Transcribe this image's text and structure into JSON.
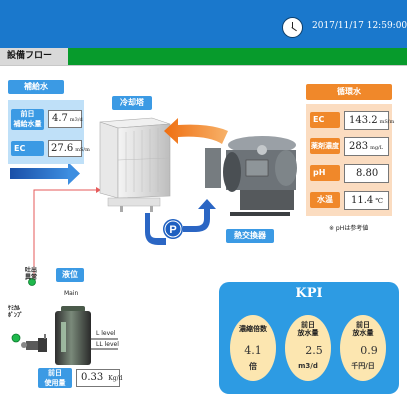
{
  "header": {
    "datetime": "2017/11/17 12:59:00",
    "section_title": "設備フロー"
  },
  "supply": {
    "title": "補給水",
    "prev_day_label": "前日\n補給水量",
    "prev_day_value": "4.7",
    "prev_day_unit": "m3/d",
    "ec_label": "EC",
    "ec_value": "27.6",
    "ec_unit": "mS/m"
  },
  "equipment": {
    "cooling_tower": "冷却塔",
    "heat_exchanger": "熱交換器",
    "pump_letter": "P"
  },
  "cooling_water": {
    "title": "循環水",
    "rows": [
      {
        "label": "EC",
        "value": "143.2",
        "unit": "mS/m"
      },
      {
        "label": "薬剤濃度",
        "value": "283",
        "unit": "mg/L"
      },
      {
        "label": "pH",
        "value": "8.80",
        "unit": ""
      },
      {
        "label": "水温",
        "value": "11.4",
        "unit": "℃"
      }
    ],
    "note": "※ pHは参考値"
  },
  "chemical": {
    "discharge_label": "吐出\n異常",
    "pump_label": "ｹﾐｶﾙ\nﾎﾟﾝﾌﾟ",
    "level_title": "液位",
    "main_label": "Main",
    "l_level": "L level",
    "ll_level": "LL level",
    "usage_label": "前日\n使用量",
    "usage_value": "0.33",
    "usage_unit": "Kg/d"
  },
  "kpi": {
    "title": "KPI",
    "items": [
      {
        "label": "濃縮倍数",
        "value": "4.1",
        "unit": "倍"
      },
      {
        "label": "前日\n放水量",
        "value": "2.5",
        "unit": "m3/d"
      },
      {
        "label": "前日\n放水量",
        "value": "0.9",
        "unit": "千円/日"
      }
    ]
  },
  "colors": {
    "header_blue": "#1a78cc",
    "status_green": "#079b2c",
    "supply_blue": "#3b9ae4",
    "cooling_orange": "#f0882a",
    "kpi_blue": "#2d9be3"
  }
}
